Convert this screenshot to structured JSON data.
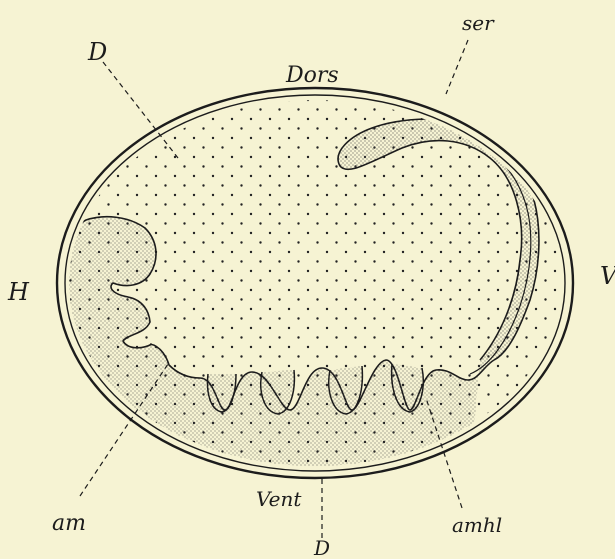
{
  "figure": {
    "labels": {
      "d_top": "D",
      "dors": "Dors",
      "ser": "ser",
      "h": "H",
      "v": "V",
      "am": "am",
      "vent": "Vent",
      "d_bottom": "D",
      "amhl": "amhl"
    }
  },
  "colors": {
    "background": "#f6f3d3",
    "ink": "#1c1c1c"
  }
}
